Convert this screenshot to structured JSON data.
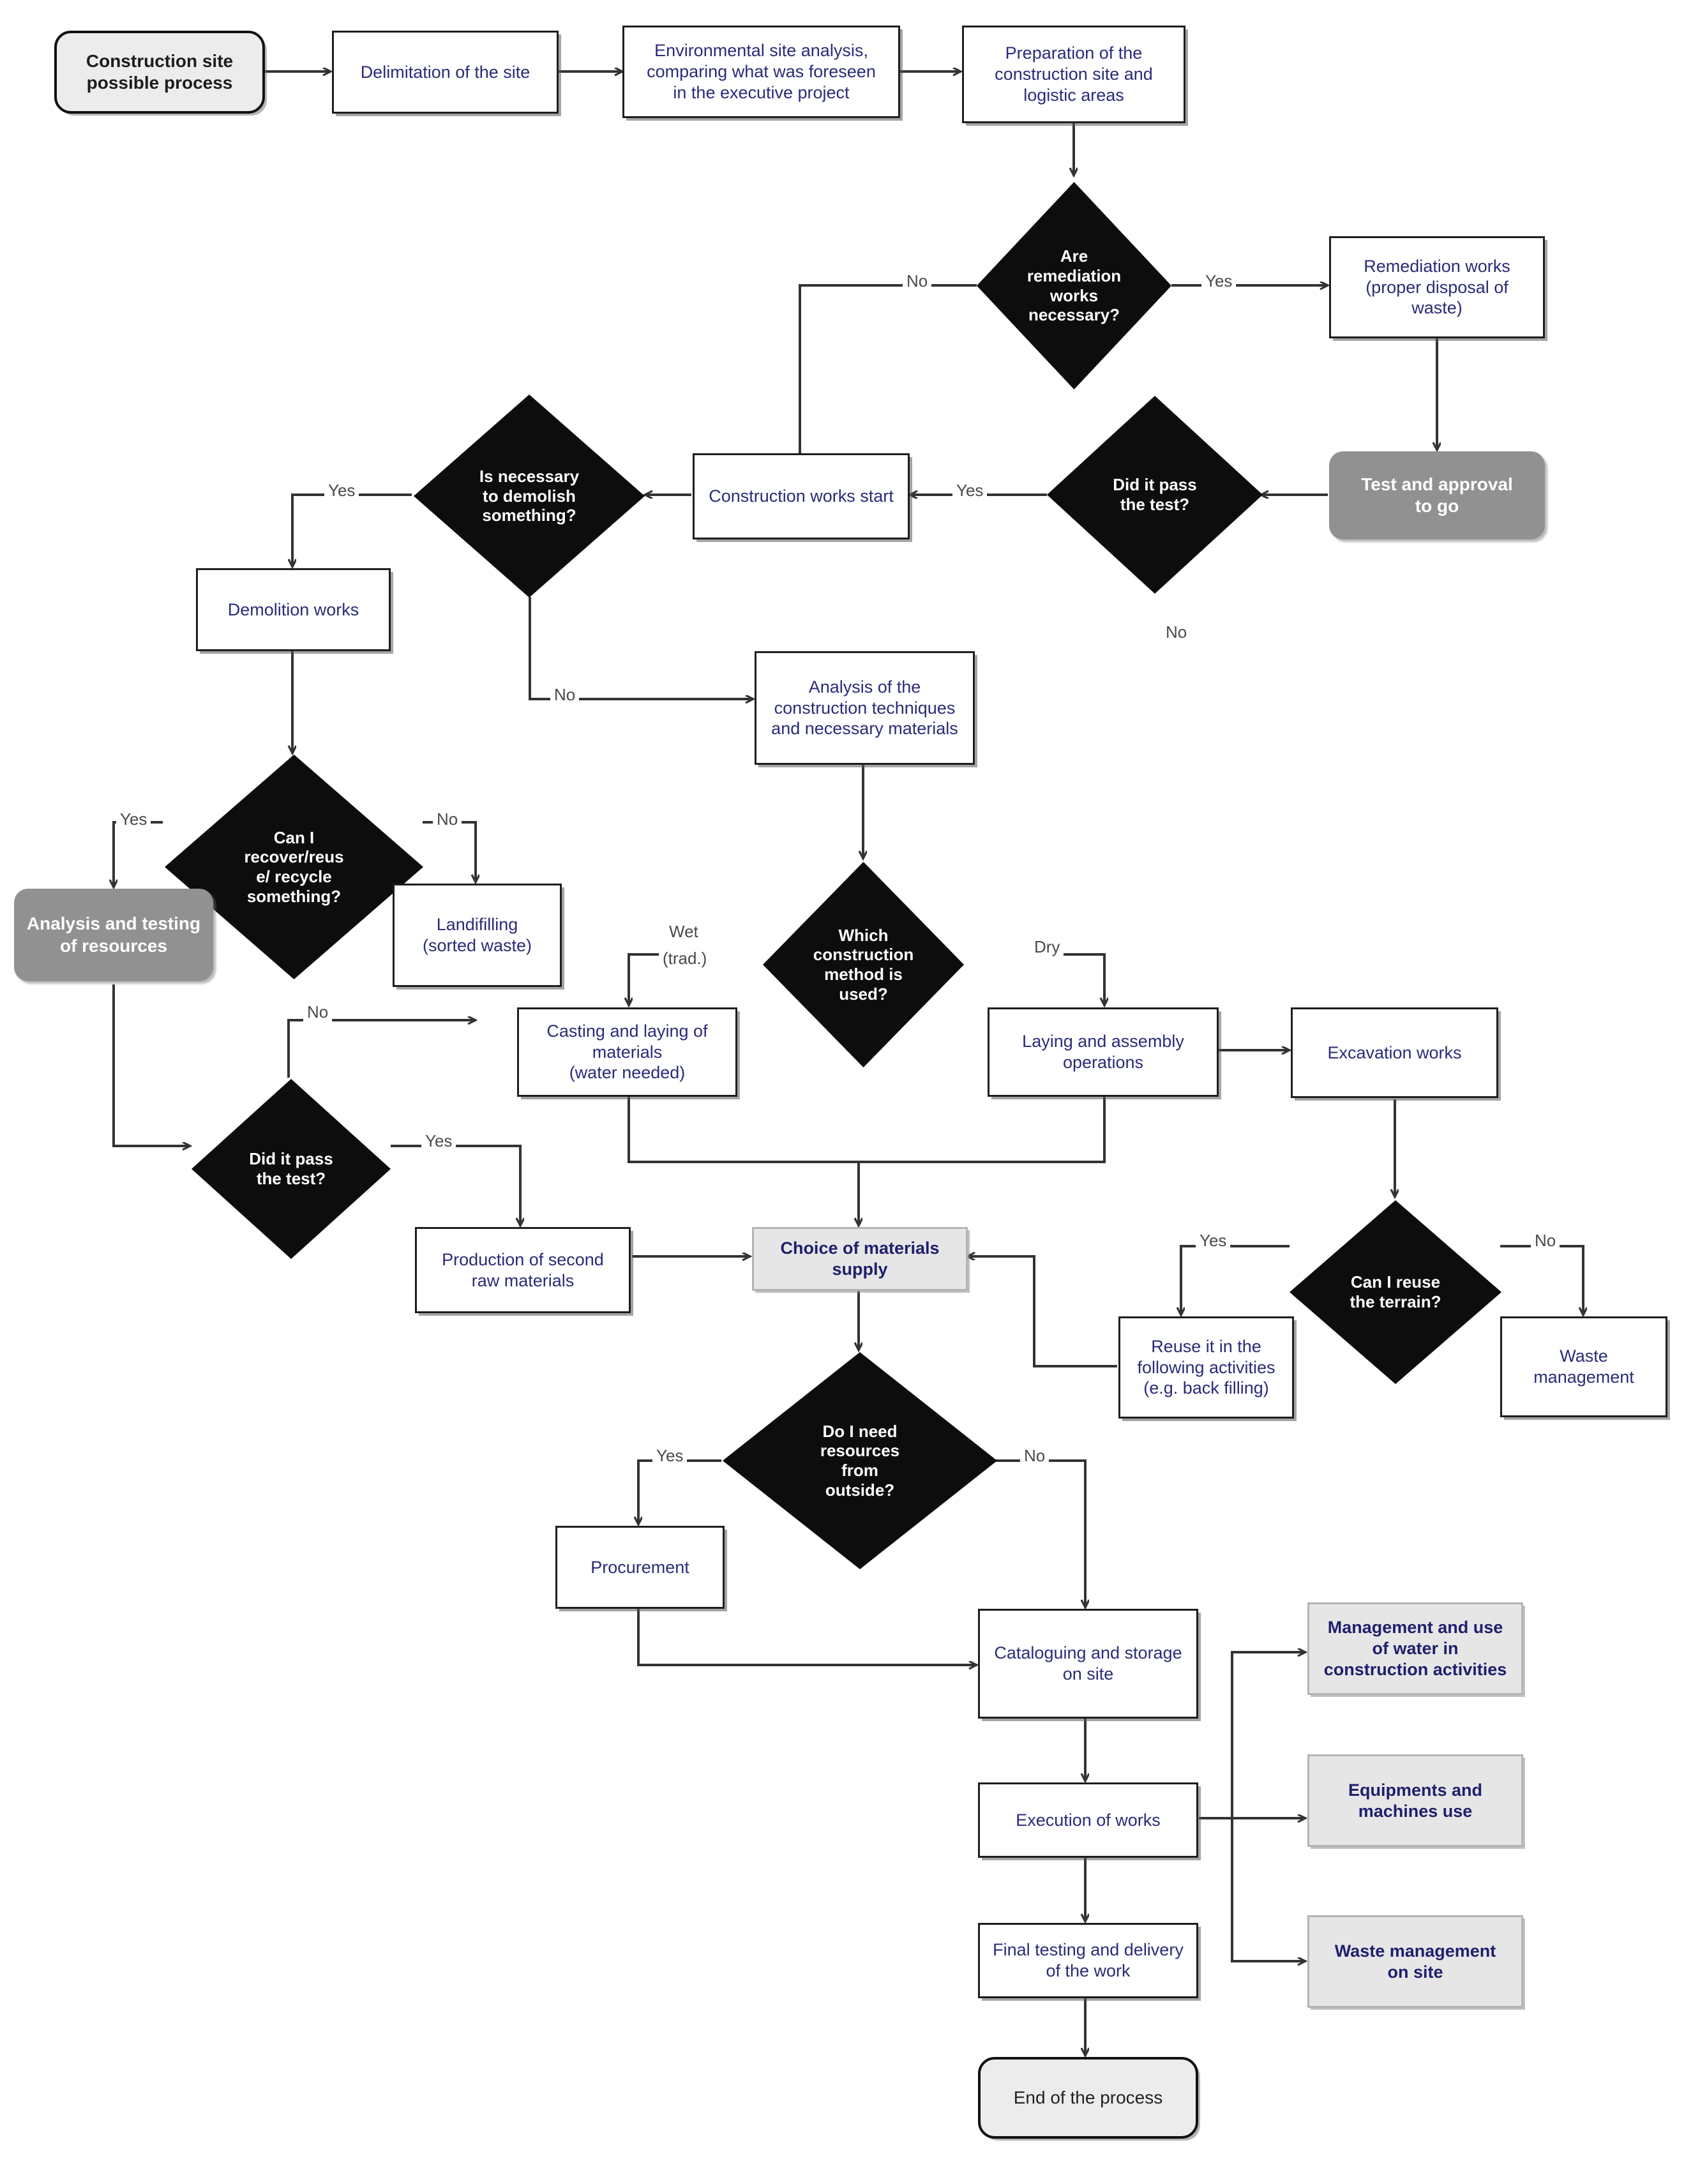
{
  "diagram": {
    "title": "Construction site possible process flowchart",
    "colors": {
      "process_text": "#2b2b7a",
      "process_fill": "#ffffff",
      "decision_fill": "#0d0d0d",
      "decision_text": "#ffffff",
      "highlight_fill": "#e6e6e6",
      "emphasis_fill": "#919191",
      "terminator_fill": "#ececec",
      "edge": "#333333"
    },
    "nodes": {
      "start": "Construction site possible process",
      "delimitation": "Delimitation of the site",
      "env_analysis": "Environmental site analysis, comparing what was foreseen in the executive project",
      "preparation": "Preparation of the construction site and logistic areas",
      "remediation_q": "Are remediation works necessary?",
      "remediation_works": "Remediation works (proper disposal of waste)",
      "test_approval": "Test and approval to go",
      "pass_test_q1": "Did it pass the test?",
      "construction_start": "Construction works start",
      "demolish_q": "Is necessary to demolish something?",
      "demolition_works": "Demolition works",
      "recover_q": "Can I recover/reus e/ recycle something?",
      "analysis_testing": "Analysis and testing of resources",
      "landfilling": "Landifilling (sorted waste)",
      "pass_test_q2": "Did it pass the test?",
      "production_second": "Production of second raw materials",
      "analysis_techniques": "Analysis of the construction techniques and necessary materials",
      "method_q": "Which construction method is used?",
      "casting": "Casting and laying of materials (water needed)",
      "laying_assembly": "Laying and assembly operations",
      "excavation": "Excavation works",
      "reuse_terrain_q": "Can I reuse the terrain?",
      "reuse_following": "Reuse it in the following activities (e.g. back filling)",
      "waste_management": "Waste management",
      "choice_materials": "Choice of materials supply",
      "resources_outside_q": "Do I need resources from outside?",
      "procurement": "Procurement",
      "cataloguing": "Cataloguing and storage on site",
      "execution": "Execution of works",
      "final_testing": "Final testing and delivery of the work",
      "end": "End of the process",
      "water_management": "Management and use of water in construction activities",
      "equipments": "Equipments and machines use",
      "waste_on_site": "Waste management on site"
    },
    "node_lines": {
      "start": [
        "Construction site",
        "possible process"
      ],
      "delimitation": [
        "Delimitation of the site"
      ],
      "env_analysis": [
        "Environmental site analysis,",
        "comparing what was foreseen",
        "in the executive project"
      ],
      "preparation": [
        "Preparation of the",
        "construction site and",
        "logistic areas"
      ],
      "remediation_q": [
        "Are",
        "remediation",
        "works",
        "necessary?"
      ],
      "remediation_works": [
        "Remediation works",
        "(proper disposal of",
        "waste)"
      ],
      "test_approval": [
        "Test and approval",
        "to go"
      ],
      "pass_test_q1": [
        "Did it pass",
        "the test?"
      ],
      "construction_start": [
        "Construction works start"
      ],
      "demolish_q": [
        "Is necessary",
        "to demolish",
        "something?"
      ],
      "demolition_works": [
        "Demolition works"
      ],
      "recover_q": [
        "Can I",
        "recover/reus",
        "e/ recycle",
        "something?"
      ],
      "analysis_testing": [
        "Analysis and testing",
        "of resources"
      ],
      "landfilling": [
        "Landifilling",
        "(sorted waste)"
      ],
      "pass_test_q2": [
        "Did it pass",
        "the test?"
      ],
      "production_second": [
        "Production of second",
        "raw materials"
      ],
      "analysis_techniques": [
        "Analysis of the",
        "construction techniques",
        "and necessary materials"
      ],
      "method_q": [
        "Which",
        "construction",
        "method is",
        "used?"
      ],
      "casting": [
        "Casting and laying of",
        "materials",
        "(water needed)"
      ],
      "laying_assembly": [
        "Laying and assembly",
        "operations"
      ],
      "excavation": [
        "Excavation works"
      ],
      "reuse_terrain_q": [
        "Can I reuse",
        "the terrain?"
      ],
      "reuse_following": [
        "Reuse it in the",
        "following activities",
        "(e.g. back filling)"
      ],
      "waste_management": [
        "Waste",
        "management"
      ],
      "choice_materials": [
        "Choice of materials",
        "supply"
      ],
      "resources_outside_q": [
        "Do I need",
        "resources",
        "from",
        "outside?"
      ],
      "procurement": [
        "Procurement"
      ],
      "cataloguing": [
        "Cataloguing and storage",
        "on site"
      ],
      "execution": [
        "Execution of works"
      ],
      "final_testing": [
        "Final testing and delivery",
        "of the work"
      ],
      "end": [
        "End of the process"
      ],
      "water_management": [
        "Management and use",
        "of water in",
        "construction activities"
      ],
      "equipments": [
        "Equipments and",
        "machines use"
      ],
      "waste_on_site": [
        "Waste management",
        "on site"
      ]
    },
    "edge_labels": {
      "remediation_no": "No",
      "remediation_yes": "Yes",
      "pass1_yes": "Yes",
      "pass1_no": "No",
      "demolish_yes": "Yes",
      "demolish_no": "No",
      "recover_yes": "Yes",
      "recover_no": "No",
      "pass2_yes": "Yes",
      "pass2_no": "No",
      "method_wet": "Wet",
      "method_wet2": "(trad.)",
      "method_dry": "Dry",
      "terrain_yes": "Yes",
      "terrain_no": "No",
      "outside_yes": "Yes",
      "outside_no": "No"
    }
  }
}
